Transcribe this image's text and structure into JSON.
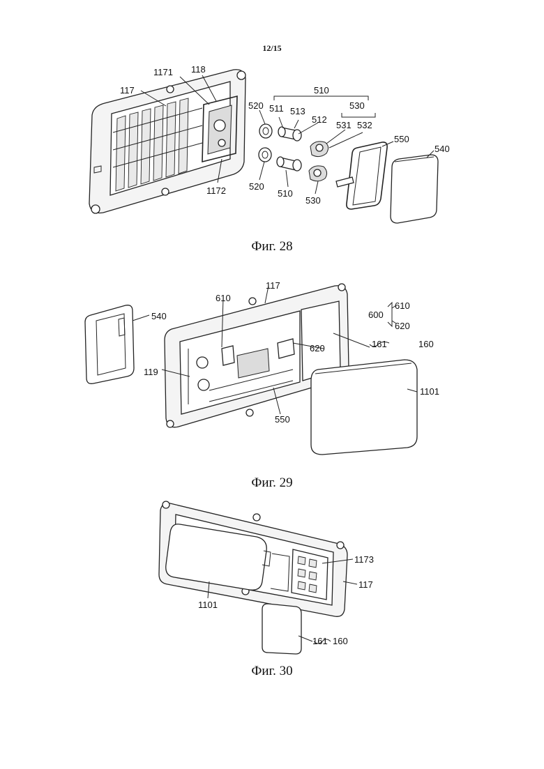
{
  "sheet": {
    "page_number": "12/15"
  },
  "figures": [
    {
      "caption": "Фиг. 28",
      "labels": {
        "l117": "117",
        "l1171": "1171",
        "l118": "118",
        "l1172": "1172",
        "l520a": "520",
        "l520b": "520",
        "l510a": "510",
        "l511": "511",
        "l513": "513",
        "l512": "512",
        "l510b": "510",
        "l530a": "530",
        "l531": "531",
        "l532": "532",
        "l530b": "530",
        "l550": "550",
        "l540": "540"
      }
    },
    {
      "caption": "Фиг. 29",
      "labels": {
        "l540": "540",
        "l610a": "610",
        "l117": "117",
        "l600": "600",
        "l610b": "610",
        "l620a": "620",
        "l620b": "620",
        "l161": "161",
        "l160": "160",
        "l119": "119",
        "l1101": "1101",
        "l550": "550"
      }
    },
    {
      "caption": "Фиг. 30",
      "labels": {
        "l1173": "1173",
        "l117": "117",
        "l1101": "1101",
        "l161": "161",
        "l160": "160"
      }
    }
  ]
}
